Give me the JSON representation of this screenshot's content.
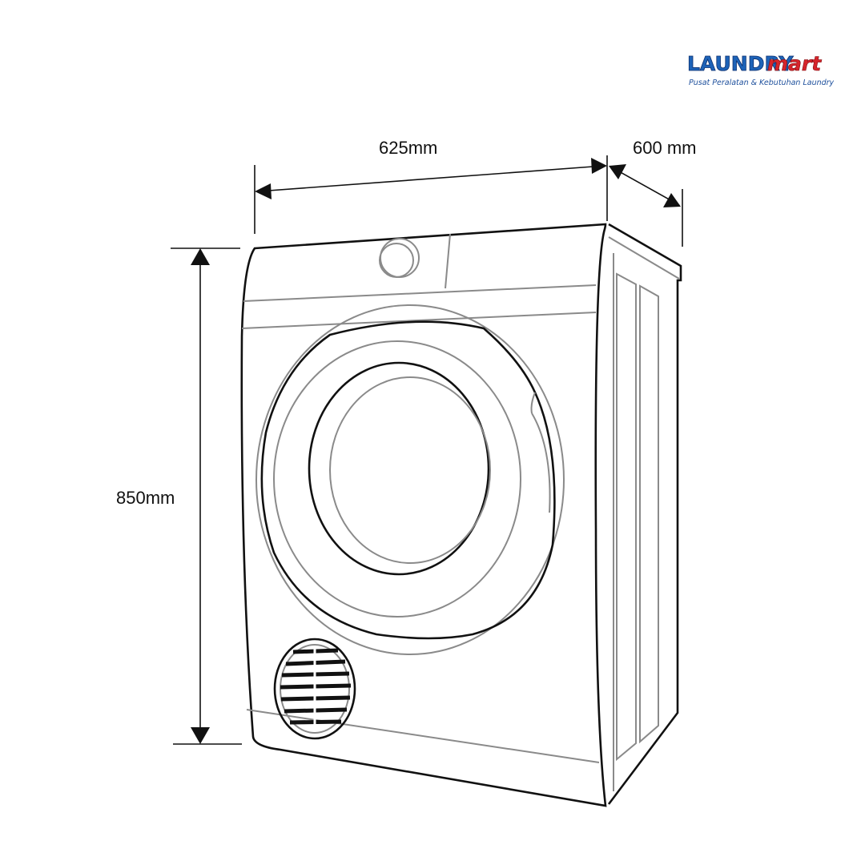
{
  "logo": {
    "brand_part1": "LAUNDRY",
    "brand_part2": "mart",
    "tagline": "Pusat Peralatan & Kebutuhan Laundry",
    "colors": {
      "primary": "#1d63b8",
      "accent": "#d6252b"
    }
  },
  "dimensions": {
    "width": "625mm",
    "depth": "600 mm",
    "height": "850mm"
  }
}
